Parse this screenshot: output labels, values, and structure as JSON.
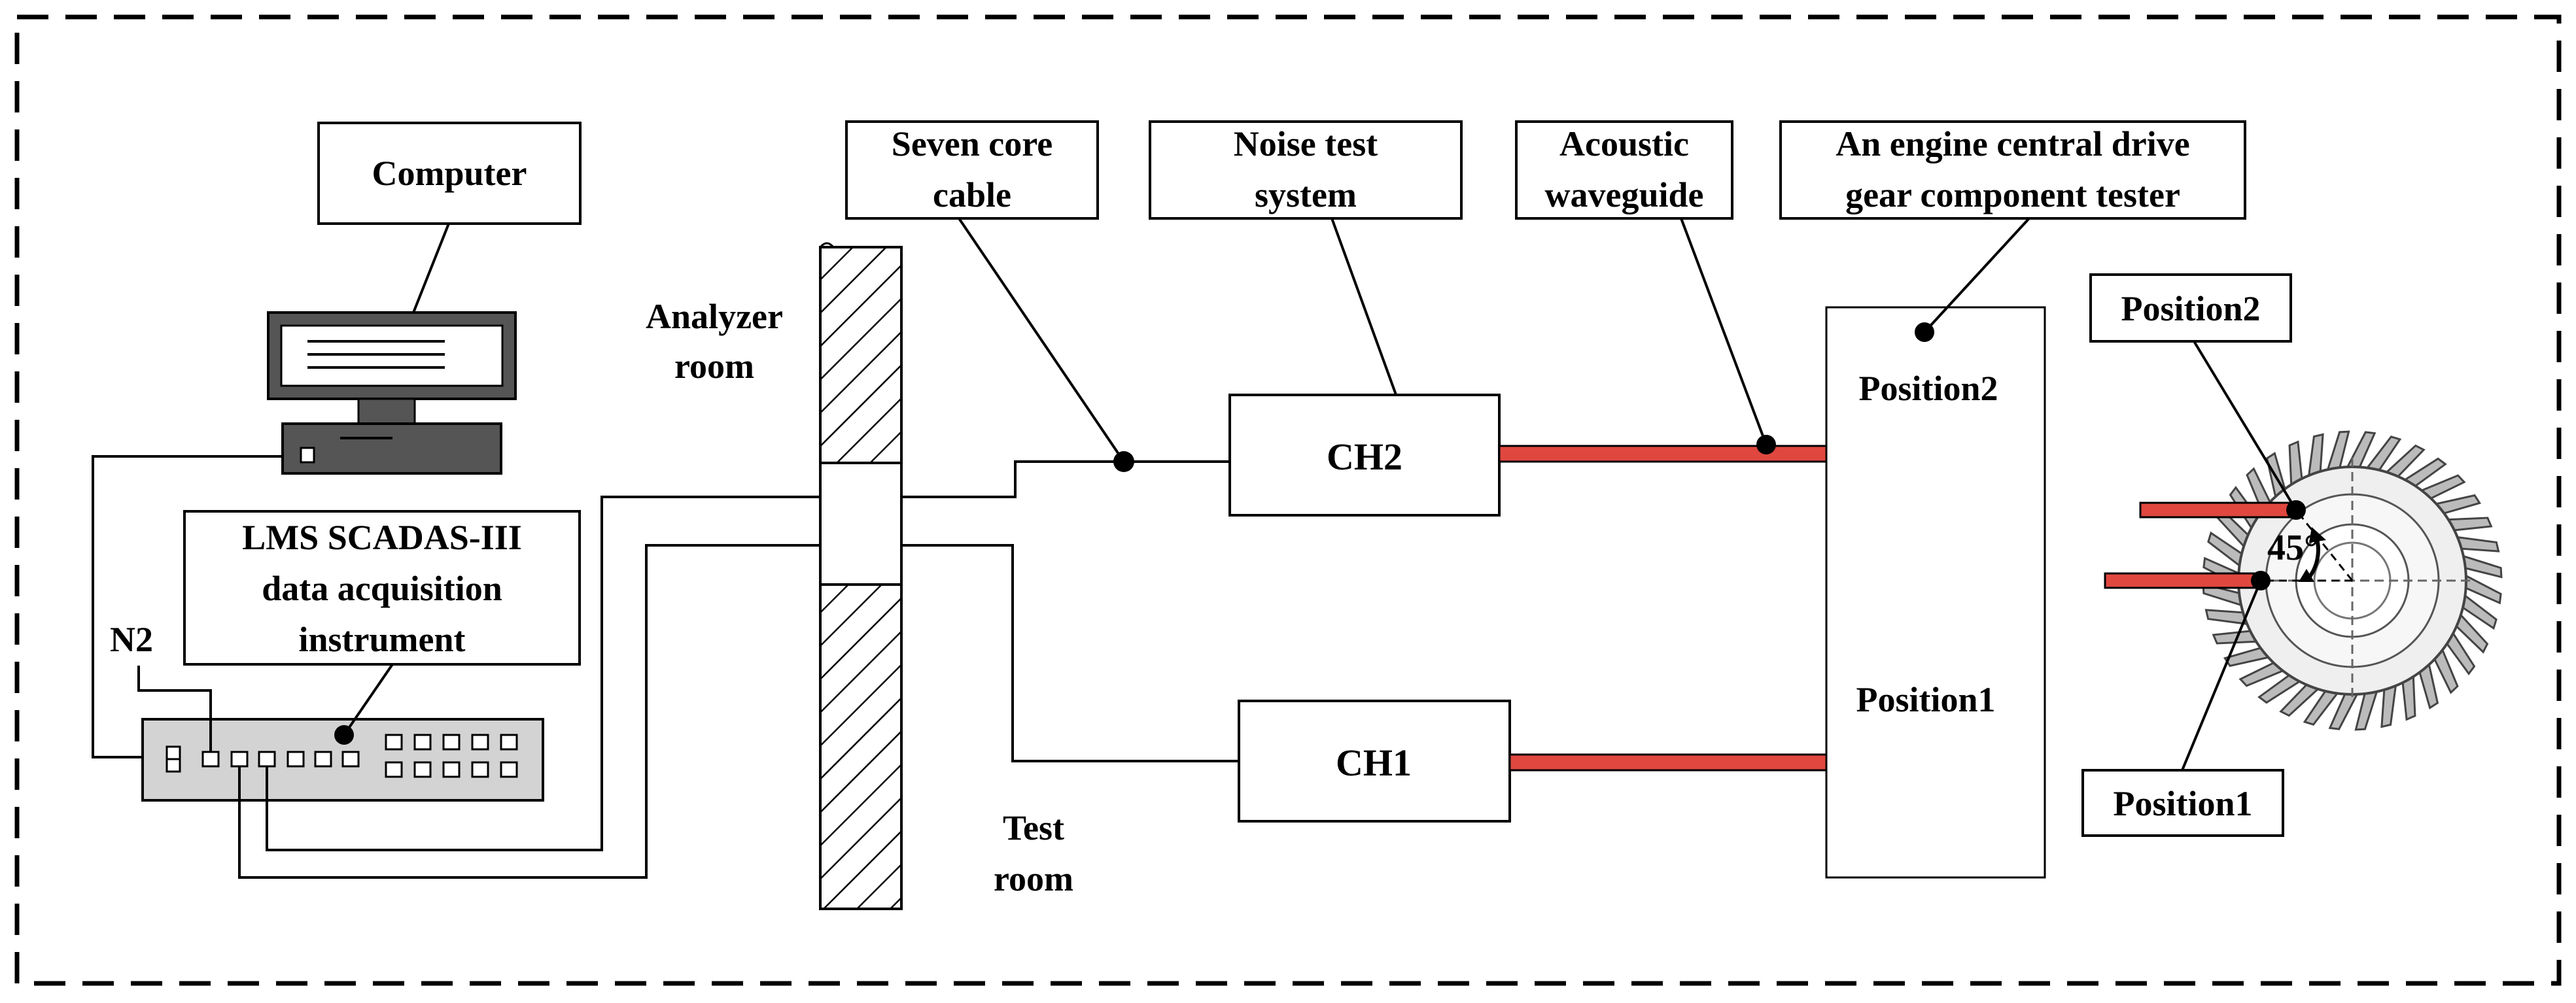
{
  "labels": {
    "computer": "Computer",
    "daq_line1": "LMS SCADAS-III",
    "daq_line2": "data acquisition",
    "daq_line3": "instrument",
    "n2": "N2",
    "analyzer_room_line1": "Analyzer",
    "analyzer_room_line2": "room",
    "test_room_line1": "Test",
    "test_room_line2": "room",
    "seven_core_line1": "Seven core",
    "seven_core_line2": "cable",
    "noise_test_line1": "Noise test",
    "noise_test_line2": "system",
    "acoustic_line1": "Acoustic",
    "acoustic_line2": "waveguide",
    "tester_line1": "An engine central drive",
    "tester_line2": "gear component tester",
    "ch2": "CH2",
    "ch1": "CH1",
    "position2_tester": "Position2",
    "position1_tester": "Position1",
    "position2_callout": "Position2",
    "position1_callout": "Position1",
    "angle": "45°"
  },
  "colors": {
    "waveguide": "#e0483f",
    "daq_body": "#d3d3d3",
    "computer_body": "#555555",
    "gear": "#bbbbbb",
    "line": "#000000"
  },
  "icons": [
    "computer-icon",
    "daq-instrument-icon",
    "wall-hatch",
    "gear-icon"
  ]
}
